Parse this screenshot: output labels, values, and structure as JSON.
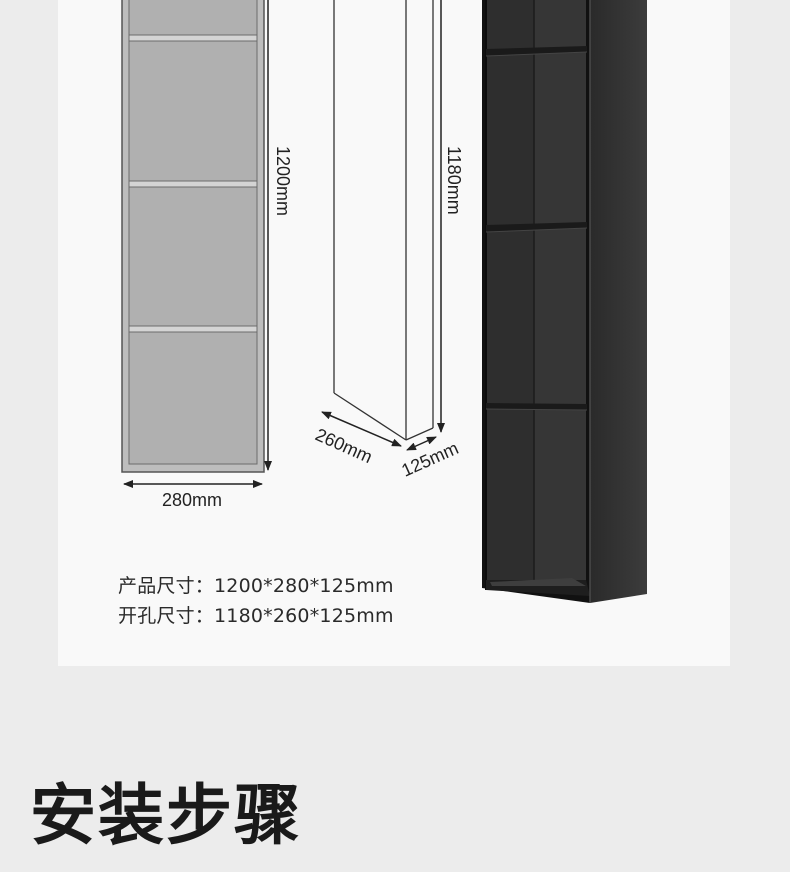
{
  "dimensions": {
    "front_height": "1200mm",
    "front_width": "280mm",
    "cutout_height": "1180mm",
    "cutout_width": "260mm",
    "cutout_depth": "125mm"
  },
  "specs": {
    "product_size": "产品尺寸：1200*280*125mm",
    "hole_size": "开孔尺寸：1180*260*125mm"
  },
  "section_title": "安装步骤"
}
